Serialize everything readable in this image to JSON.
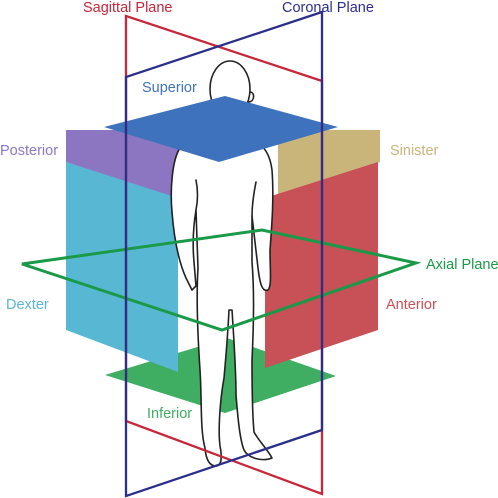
{
  "labels": {
    "sagittal_plane": "Sagittal Plane",
    "coronal_plane": "Coronal Plane",
    "superior": "Superior",
    "posterior": "Posterior",
    "sinister": "Sinister",
    "axial_plane": "Axial Plane",
    "dexter": "Dexter",
    "anterior": "Anterior",
    "inferior": "Inferior"
  },
  "colors": {
    "sagittal": "#c8263a",
    "coronal": "#2b2f8c",
    "axial": "#1a9a48",
    "superior": "#3f72bd",
    "posterior": "#8c76c2",
    "sinister": "#c9b47a",
    "dexter": "#58b8d3",
    "anterior": "#c85057",
    "inferior": "#3fae62",
    "figure_outline": "#222222"
  }
}
